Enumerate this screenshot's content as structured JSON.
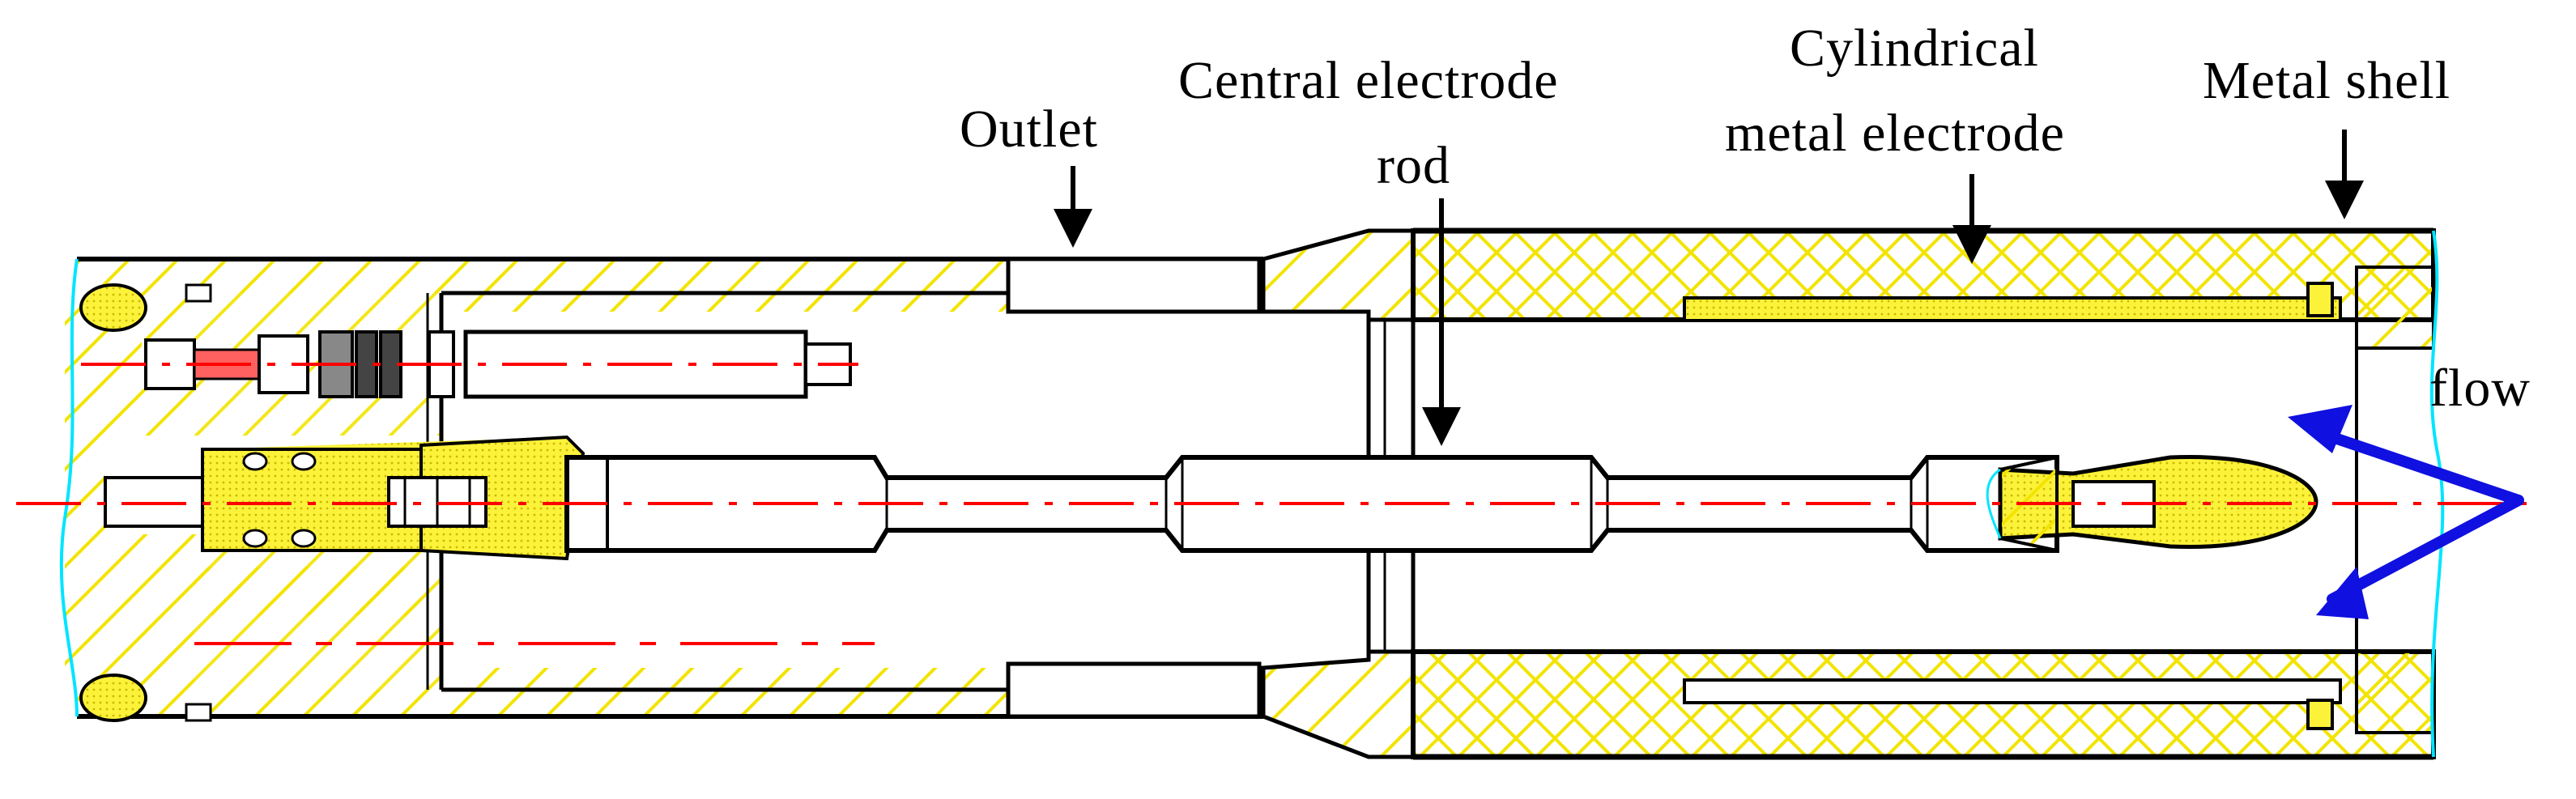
{
  "labels": {
    "outlet": "Outlet",
    "central_electrode_rod_line1": "Central electrode",
    "central_electrode_rod_line2": "rod",
    "cylindrical_metal_electrode_line1": "Cylindrical",
    "cylindrical_metal_electrode_line2": "metal electrode",
    "metal_shell": "Metal shell",
    "flow": "flow"
  },
  "colors": {
    "outline": "#000000",
    "hatch": "#f2e400",
    "insulator_fill": "#fdf23a",
    "centerline": "#ff0000",
    "flow_arrow": "#1010e0",
    "break_line": "#00e5ff"
  }
}
